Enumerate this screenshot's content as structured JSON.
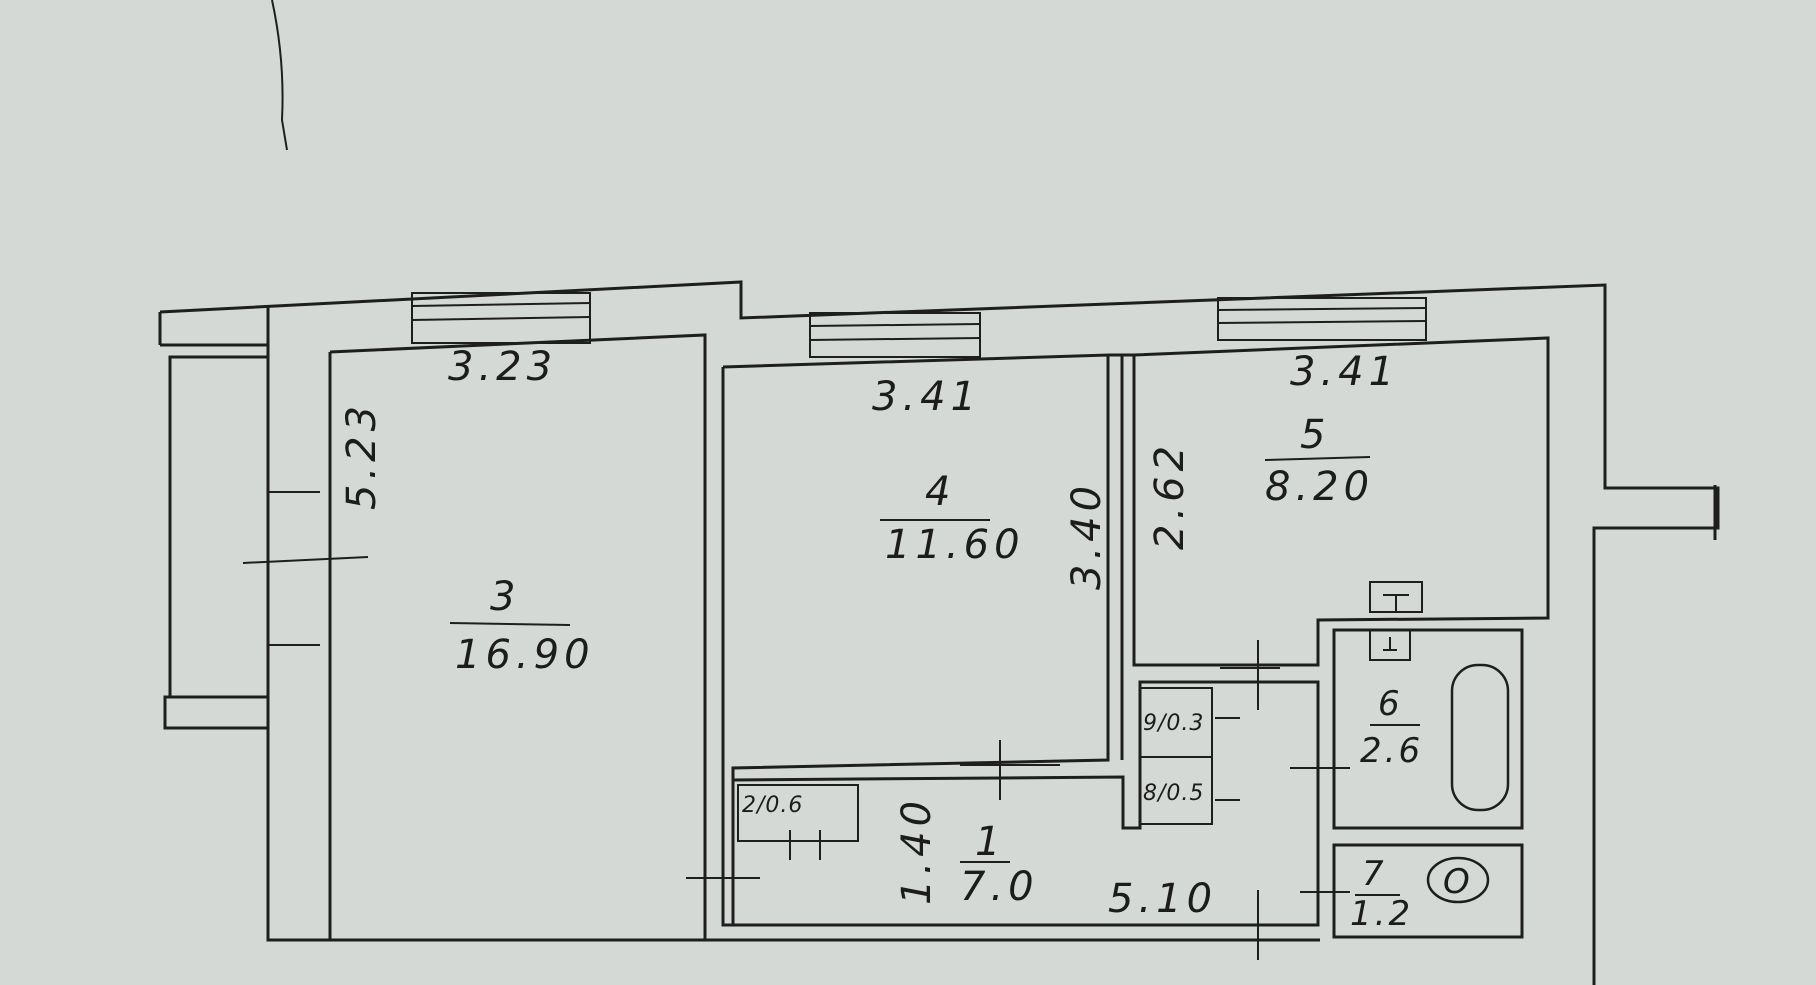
{
  "rooms": [
    {
      "number": "3",
      "area": "16.90"
    },
    {
      "number": "4",
      "area": "11.60"
    },
    {
      "number": "5",
      "area": "8.20"
    },
    {
      "number": "6",
      "area": "2.6"
    },
    {
      "number": "7",
      "area": "1.2"
    },
    {
      "number": "1",
      "area": "7.0"
    },
    {
      "number": "2",
      "area": "0.6"
    },
    {
      "number": "8",
      "area": "0.5"
    },
    {
      "number": "9",
      "area": "0.3"
    }
  ],
  "dimensions": {
    "room3_width": "3.23",
    "room3_depth": "5.23",
    "room4_width": "3.41",
    "room4_depth": "3.40",
    "room5_width": "3.41",
    "room5_depth": "2.62",
    "hall_length": "5.10",
    "hall_width": "1.40"
  },
  "labels": {
    "room2_label": "2/0.6",
    "room8_label": "8/0.5",
    "room9_label": "9/0.3"
  },
  "toilet_symbol": "O"
}
